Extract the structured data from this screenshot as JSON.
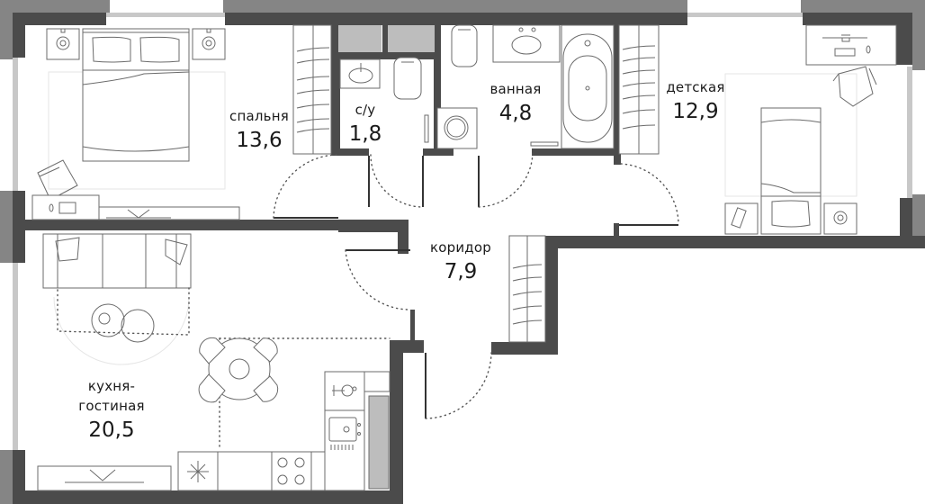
{
  "plan": {
    "type": "apartment-floor-plan",
    "colors": {
      "outer_wall": "#858585",
      "inner_wall": "#4b4b4b",
      "window_glass": "#c8c8c8",
      "furniture_line": "#6b6b6b",
      "shower_panel": "#bdbdbd",
      "background": "#ffffff"
    }
  },
  "rooms": [
    {
      "id": "bedroom",
      "name": "спальня",
      "area": "13,6"
    },
    {
      "id": "wc",
      "name": "с/у",
      "area": "1,8"
    },
    {
      "id": "bathroom",
      "name": "ванная",
      "area": "4,8"
    },
    {
      "id": "kids-room",
      "name": "детская",
      "area": "12,9"
    },
    {
      "id": "corridor",
      "name": "коридор",
      "area": "7,9"
    },
    {
      "id": "kitchen-living",
      "name": "кухня-\nгостиная",
      "name_line1": "кухня-",
      "name_line2": "гостиная",
      "area": "20,5"
    }
  ],
  "furniture_icons": [
    "double-bed-icon",
    "nightstand-lamp-icon",
    "armchair-icon",
    "desk-icon",
    "tv-icon",
    "wardrobe-icon",
    "sink-icon",
    "toilet-icon",
    "washing-machine-icon",
    "bathtub-icon",
    "single-bed-icon",
    "office-chair-icon",
    "sofa-icon",
    "coffee-table-icon",
    "dining-table-icon",
    "fridge-icon",
    "stove-icon",
    "kitchen-sink-icon",
    "dishwasher-icon"
  ]
}
